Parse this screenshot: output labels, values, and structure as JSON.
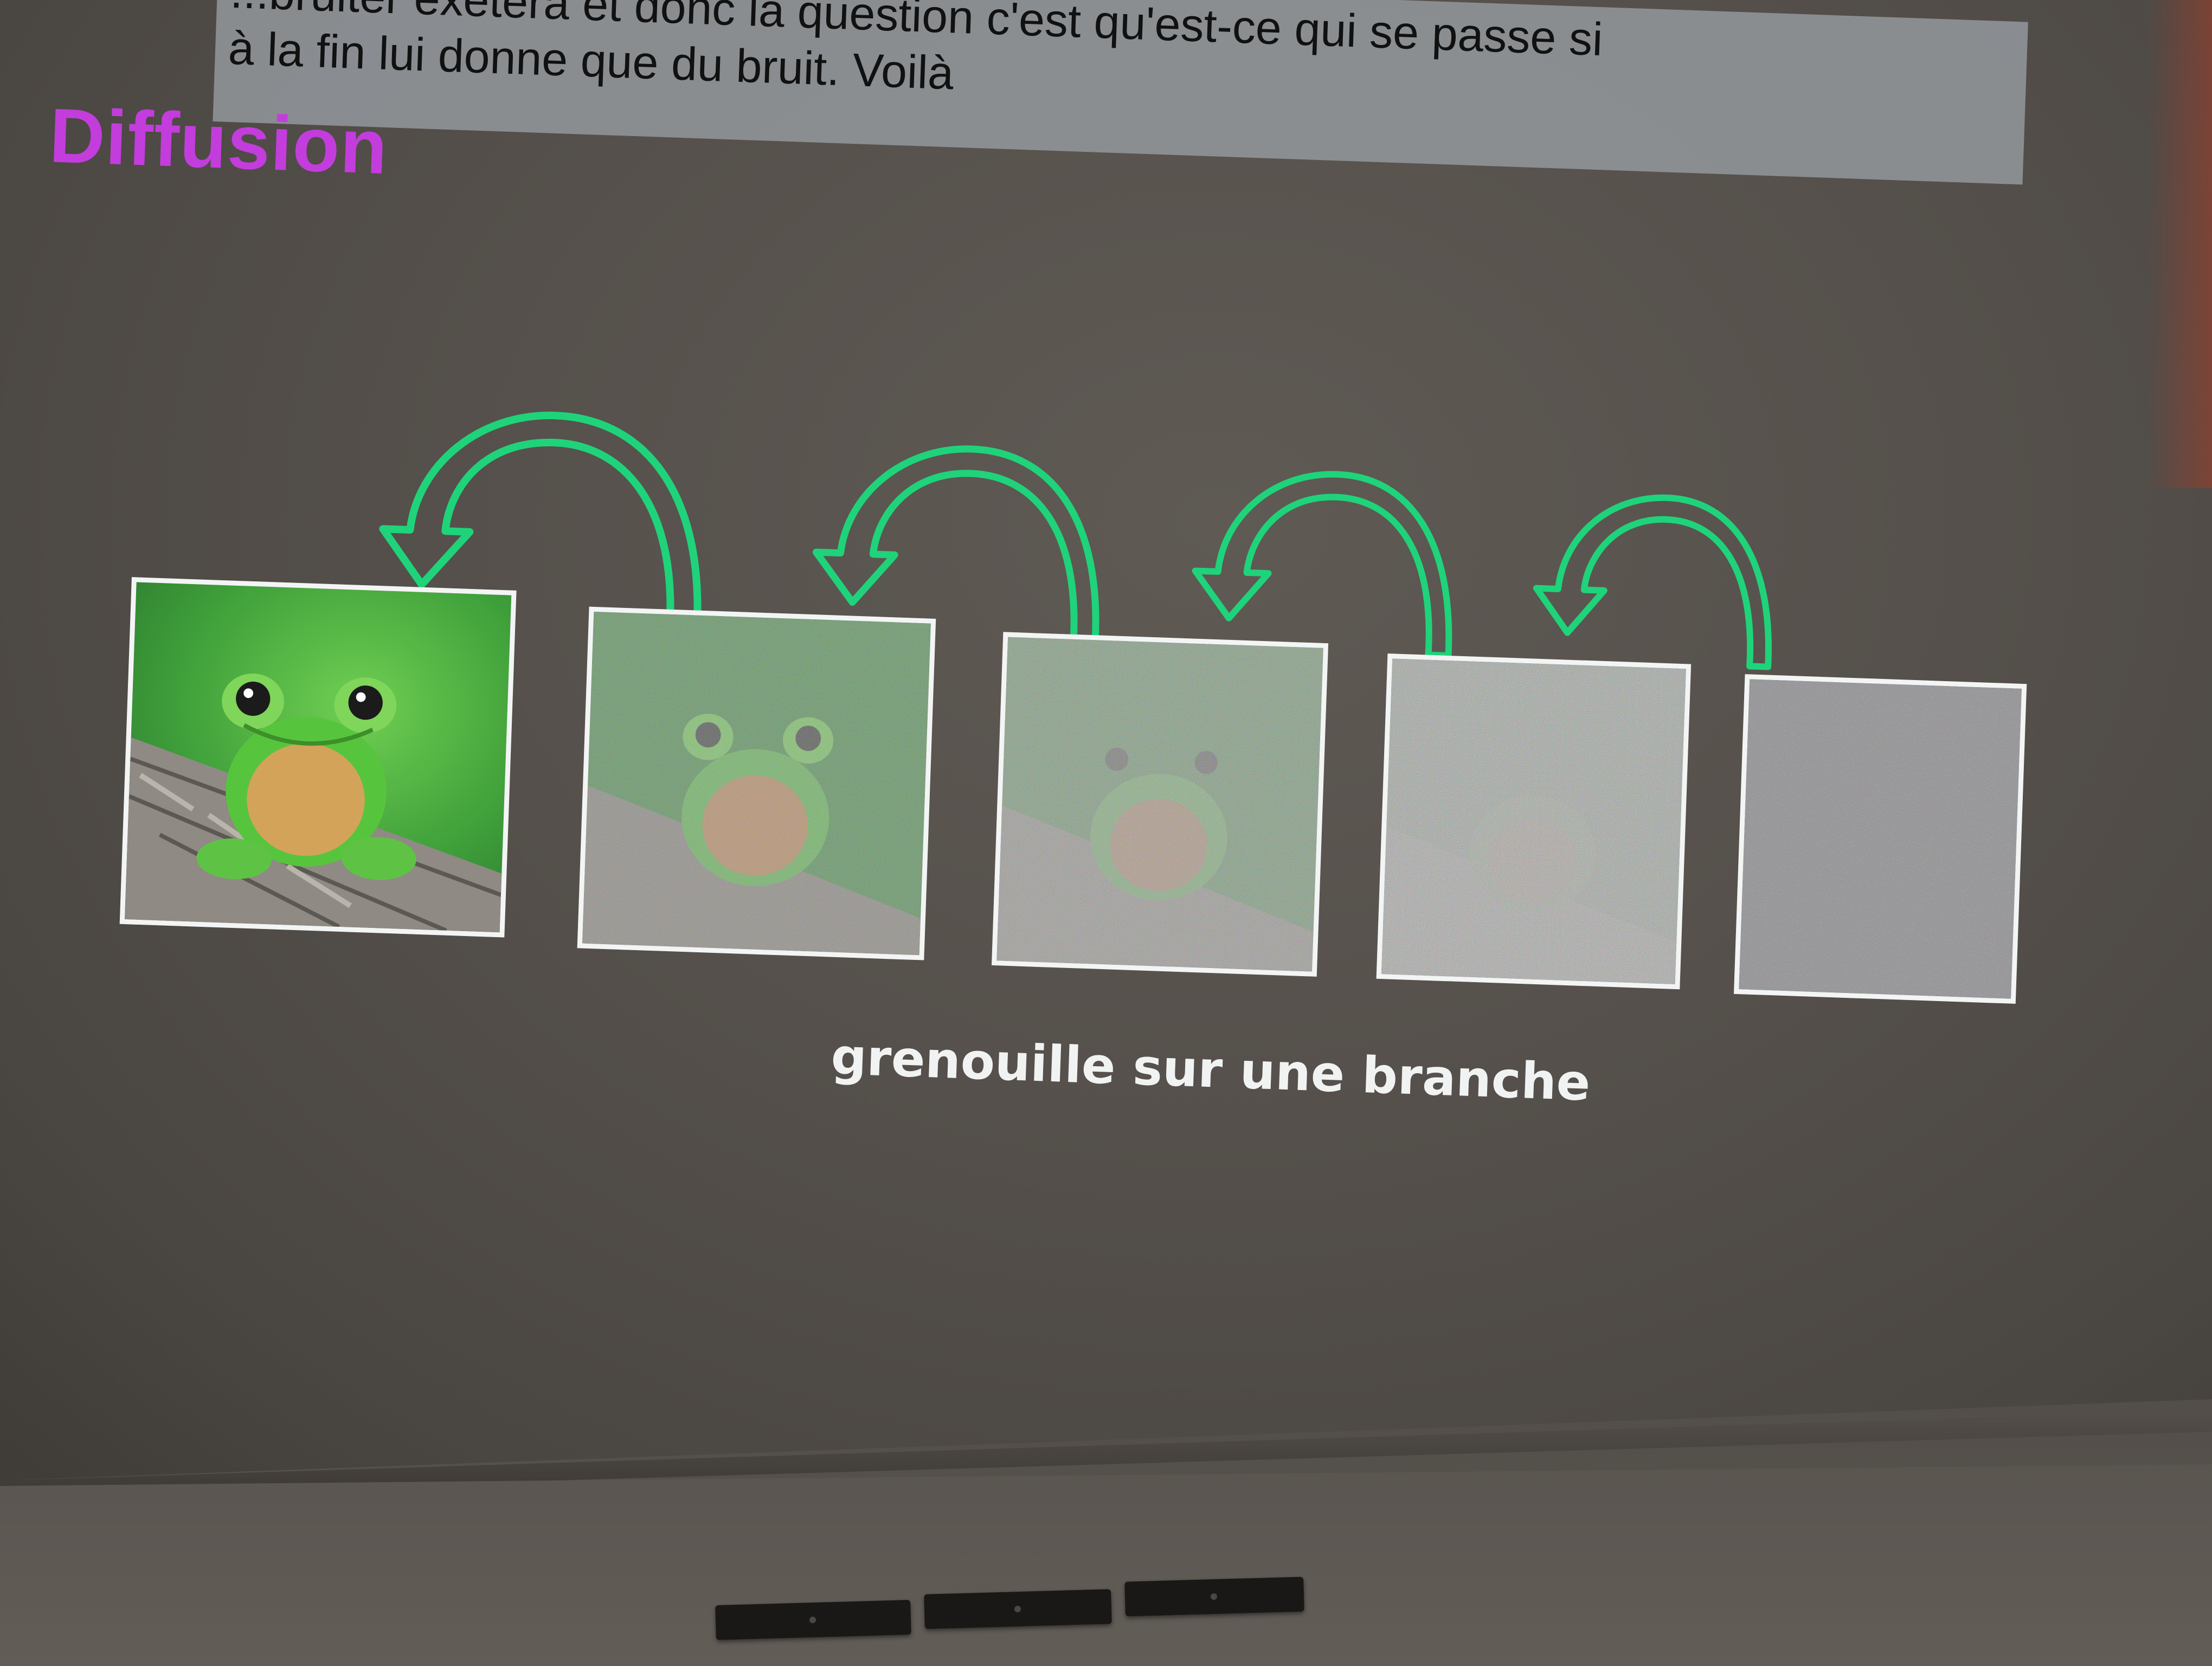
{
  "slide": {
    "title": "Diffusion",
    "subtitle": "grenouille sur une branche",
    "title_color": "#c23ddc",
    "arrow_color": "#1fd37a"
  },
  "live_caption": {
    "line1": "...bruiter exetera et donc la question c'est qu'est-ce qui se passe si",
    "line2": "à la fin lui donne que du bruit. Voilà"
  },
  "images": [
    {
      "name": "frog-image-clean",
      "noise": 0.0
    },
    {
      "name": "frog-image-noise-1",
      "noise": 0.35
    },
    {
      "name": "frog-image-noise-2",
      "noise": 0.55
    },
    {
      "name": "frog-image-noise-3",
      "noise": 0.78
    },
    {
      "name": "frog-image-pure-noise",
      "noise": 1.0
    }
  ],
  "arrows": [
    {
      "name": "curved-arrow-icon"
    },
    {
      "name": "curved-arrow-icon"
    },
    {
      "name": "curved-arrow-icon"
    },
    {
      "name": "curved-arrow-icon"
    }
  ]
}
